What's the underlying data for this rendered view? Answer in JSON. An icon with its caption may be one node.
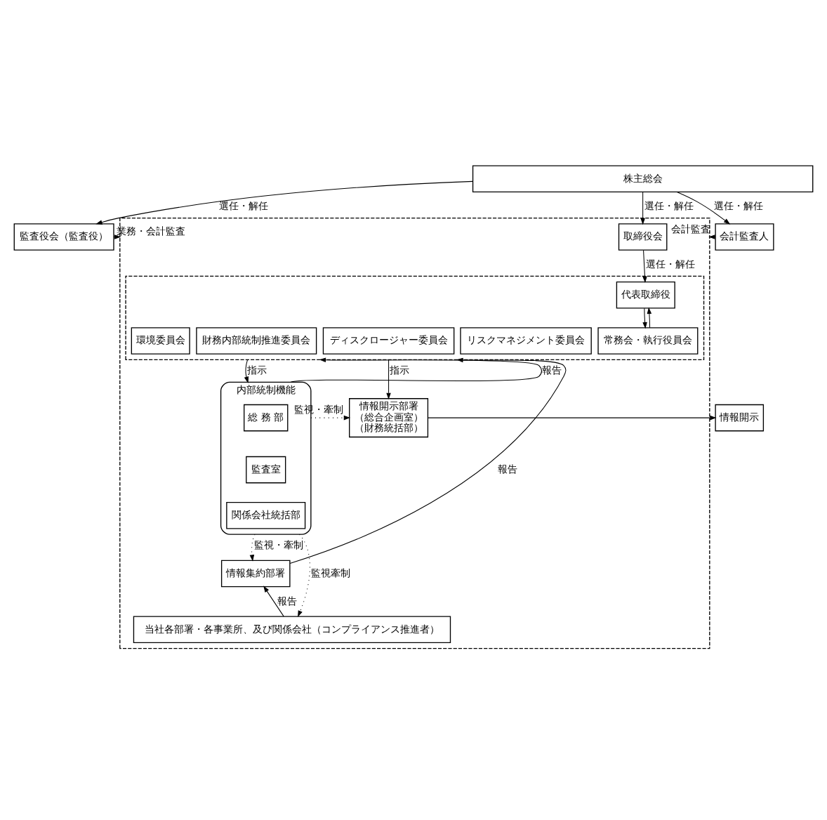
{
  "diagram": {
    "nodes": [
      {
        "text": [
          "株主総会"
        ]
      },
      {
        "text": [
          "監査役会（監査役）"
        ]
      },
      {
        "text": [],
        "shape": "box"
      },
      {
        "text": [
          "取締役会"
        ],
        "in": 2
      },
      {
        "text": [
          "会計監査人"
        ]
      },
      {
        "text": [],
        "shape": "box",
        "in": 2
      },
      {
        "text": [
          "代表取締役"
        ],
        "in": 5
      },
      {
        "text": [
          "リスクマネジメント委員会"
        ],
        "in": 5
      },
      {
        "text": [
          "財務内部統制推進委員会"
        ],
        "in": 5
      },
      {
        "text": [
          "常務会・執行役員会"
        ],
        "in": 5
      },
      {
        "text": [
          "ディスクロージャー委員会"
        ],
        "in": 5
      },
      {
        "text": [
          "環境委員会"
        ],
        "in": 5
      },
      {
        "text": [
          "内部統制機能"
        ],
        "in": 2
      },
      {
        "text": [
          "総 務 部"
        ],
        "in": 12
      },
      {
        "text": [
          "監査室"
        ],
        "in": 12
      },
      {
        "text": [
          "関係会社統括部"
        ],
        "in": 12
      },
      {
        "text": [
          "情報開示部署",
          "（総合企画室）",
          "（財務統括部）"
        ],
        "in": 2
      },
      {
        "text": [
          "情報開示"
        ]
      },
      {
        "text": [
          "情報集約部署"
        ],
        "in": 2
      },
      {
        "text": [
          "当社各部署・各事業所、及び関係会社（コンプライアンス推進者）"
        ],
        "in": 2
      }
    ],
    "edges": [
      {
        "from": 0,
        "to": 1,
        "arrow": "to",
        "label": "選任・解任"
      },
      {
        "from": 0,
        "to": 3,
        "arrow": "to",
        "label": "選任・解任"
      },
      {
        "from": 0,
        "to": 4,
        "arrow": "to",
        "label": "選任・解任"
      },
      {
        "from": 1,
        "to": 2,
        "arrow": "to",
        "label": "業務・会計監査"
      },
      {
        "from": 4,
        "to": 2,
        "arrow": "to",
        "label": "会計監査"
      },
      {
        "from": 3,
        "to": 6,
        "arrow": "to",
        "label": "選任・解任"
      },
      {
        "from": 9,
        "to": 6,
        "arrow": "to"
      },
      {
        "from": 6,
        "to": 9,
        "arrow": "to"
      },
      {
        "from": 5,
        "to": 12,
        "arrow": "to",
        "label": "指示"
      },
      {
        "from": 12,
        "to": 5,
        "arrow": "to",
        "label": "報告"
      },
      {
        "from": 5,
        "to": 16,
        "arrow": "to",
        "label": "指示"
      },
      {
        "from": 12,
        "to": 16,
        "arrow": "to",
        "label": "監視・牽制",
        "style": "dashed"
      },
      {
        "from": 16,
        "to": 17,
        "arrow": "to"
      },
      {
        "from": 18,
        "to": 5,
        "arrow": "to",
        "label": "報告"
      },
      {
        "from": 12,
        "to": 18,
        "arrow": "to",
        "label": "監視・牽制",
        "style": "dashed"
      },
      {
        "from": 12,
        "to": 19,
        "arrow": "to",
        "label": "監視牽制",
        "style": "dashed"
      },
      {
        "from": 19,
        "to": 18,
        "arrow": "to",
        "label": "報告"
      }
    ]
  }
}
